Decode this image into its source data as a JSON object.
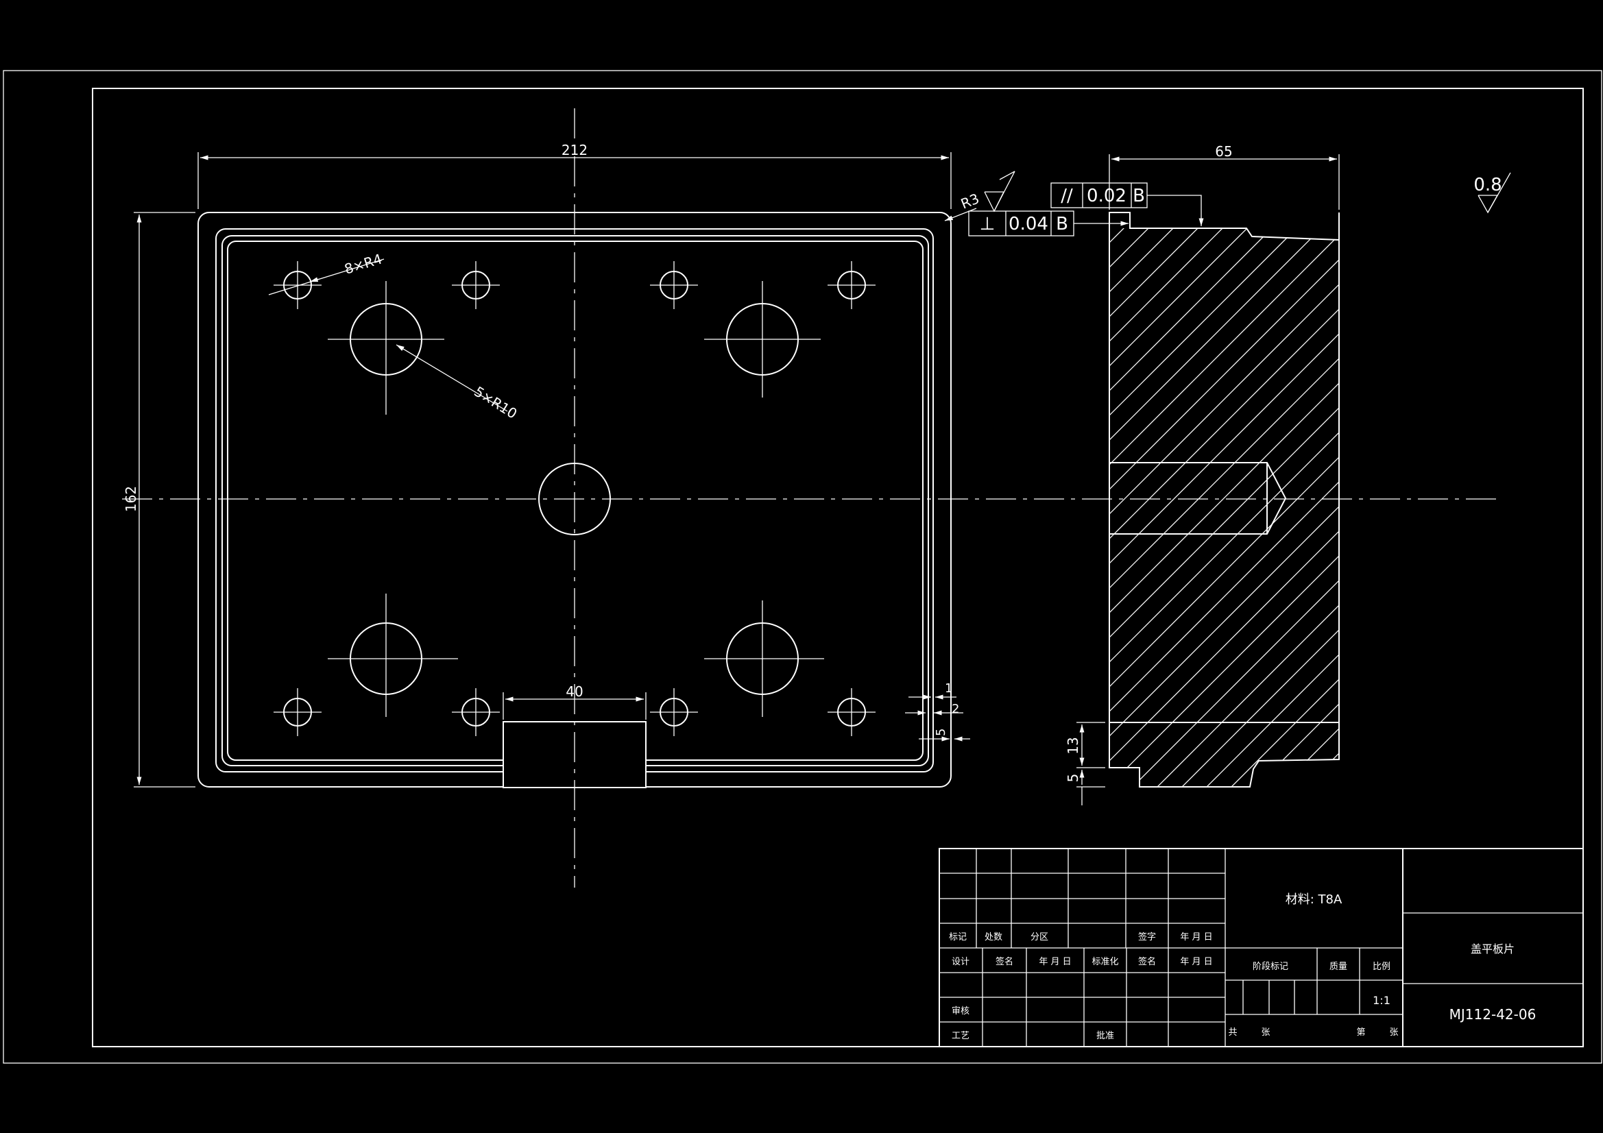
{
  "colors": {
    "background": "#000000",
    "lines": "#ffffff"
  },
  "dimensions": {
    "overall_width": "212",
    "overall_height": "162",
    "corner_radius": "R3",
    "small_holes": "8×R4",
    "large_holes": "5×R10",
    "slot_width": "40",
    "edge_1": "1",
    "edge_2": "2",
    "edge_5": "5",
    "side_thickness": "65",
    "side_step_13": "13",
    "side_step_5": "5"
  },
  "tolerances": {
    "parallelism": {
      "symbol": "//",
      "value": "0.02",
      "datum": "B"
    },
    "perpendicularity": {
      "symbol": "⊥",
      "value": "0.04",
      "datum": "B"
    }
  },
  "surface_finish": "0.8",
  "title_block": {
    "material": "材料: T8A",
    "part_name": "盖平板片",
    "drawing_number": "MJ112-42-06",
    "scale": "1:1",
    "headers": {
      "mark": "标记",
      "count": "处数",
      "zone": "分区",
      "signature": "签字",
      "date": "年 月 日",
      "design": "设计",
      "sign_name": "签名",
      "standardization": "标准化",
      "stage_mark": "阶段标记",
      "weight": "质量",
      "ratio": "比例",
      "review": "审核",
      "process": "工艺",
      "approve": "批准",
      "total": "共",
      "sheets": "张",
      "sheet_no": "第",
      "page": "张"
    }
  }
}
